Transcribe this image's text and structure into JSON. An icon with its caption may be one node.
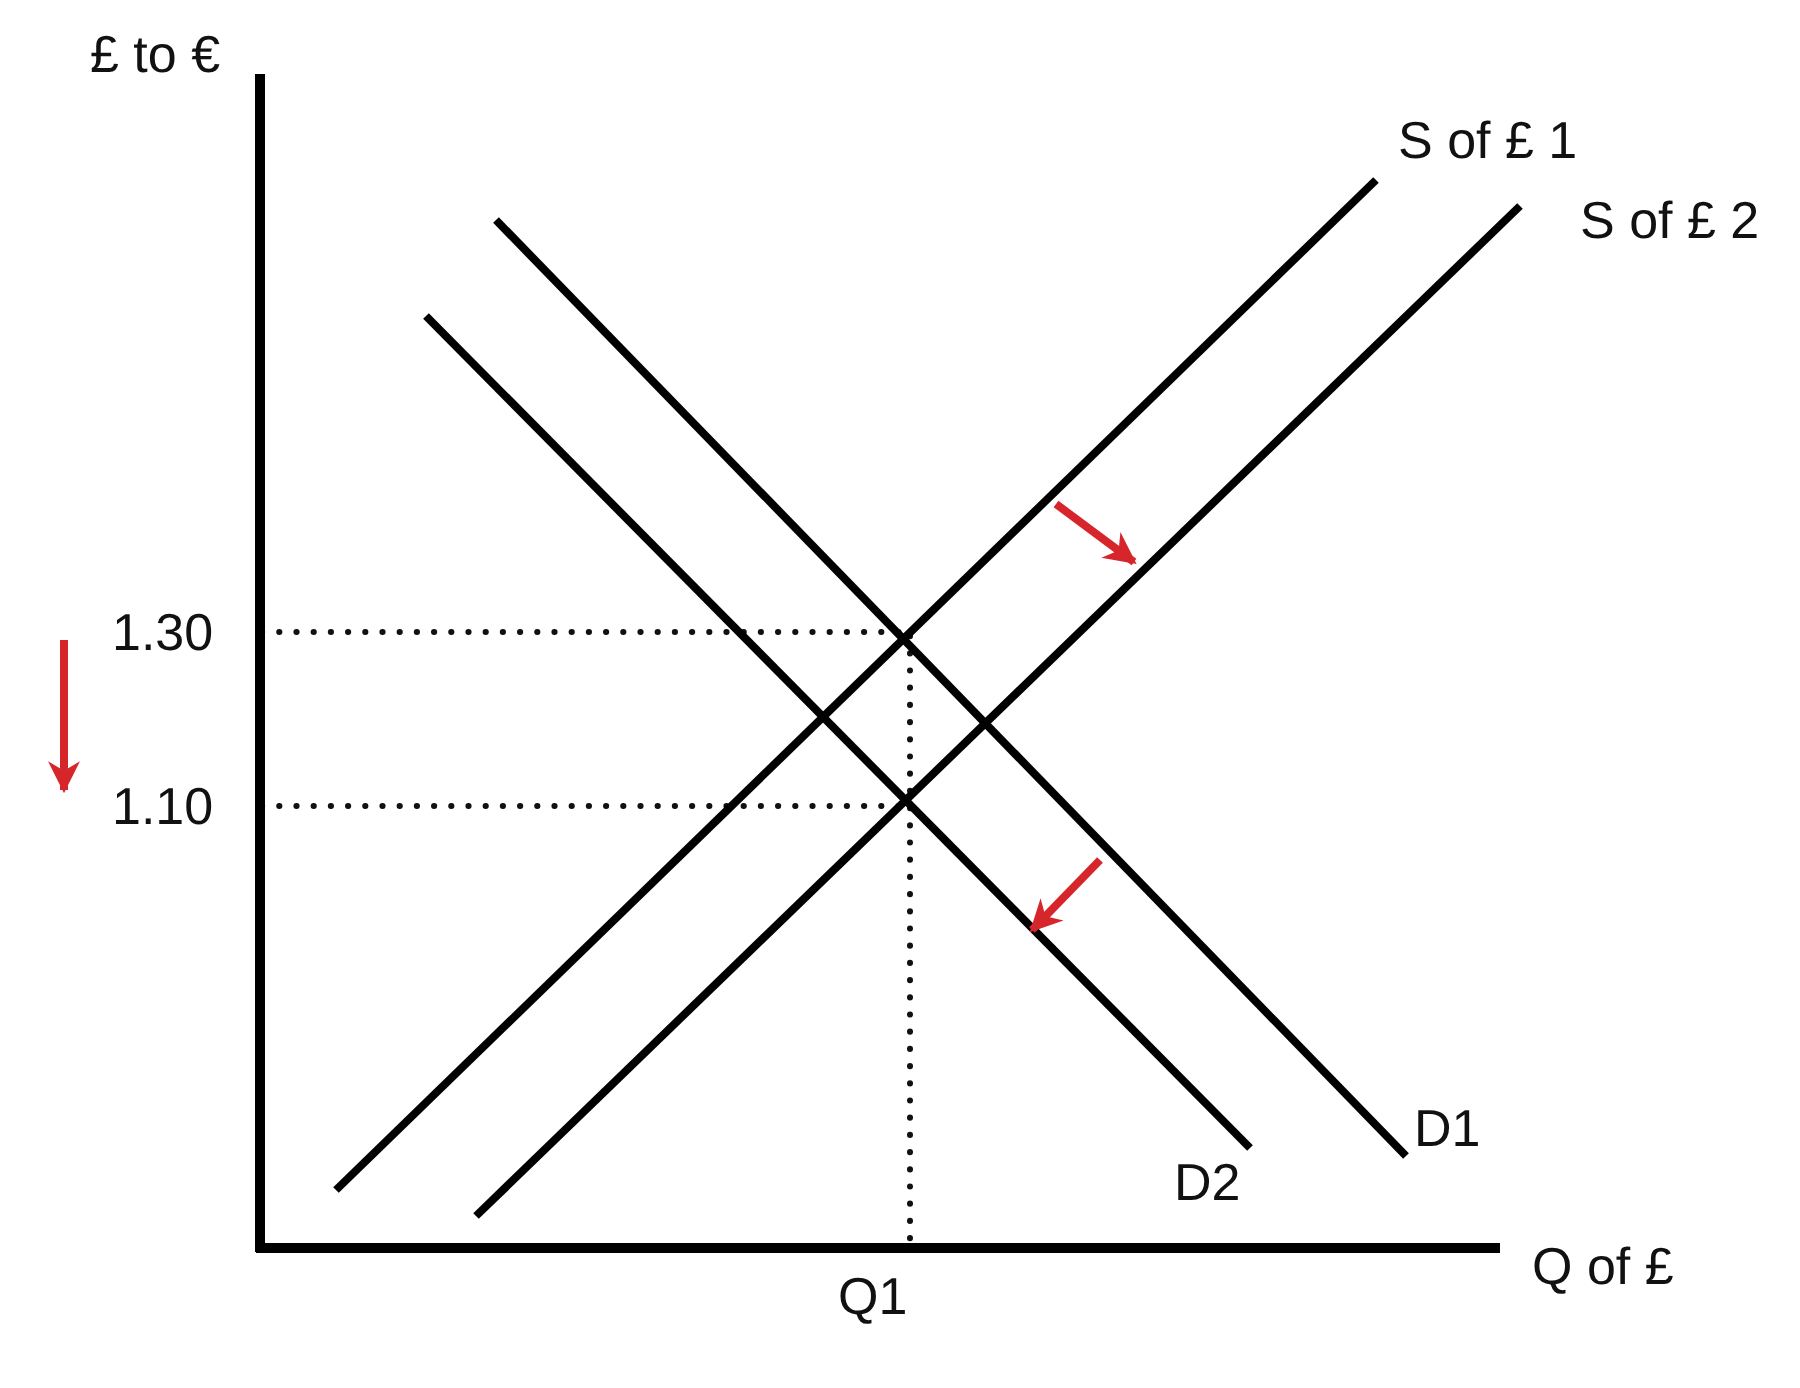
{
  "diagram": {
    "labels": [
      "£ to €",
      "S of £ 1",
      "S of £ 2",
      "1.30",
      "1.10",
      "D1",
      "D2",
      "Q1",
      "Q of £"
    ]
  }
}
